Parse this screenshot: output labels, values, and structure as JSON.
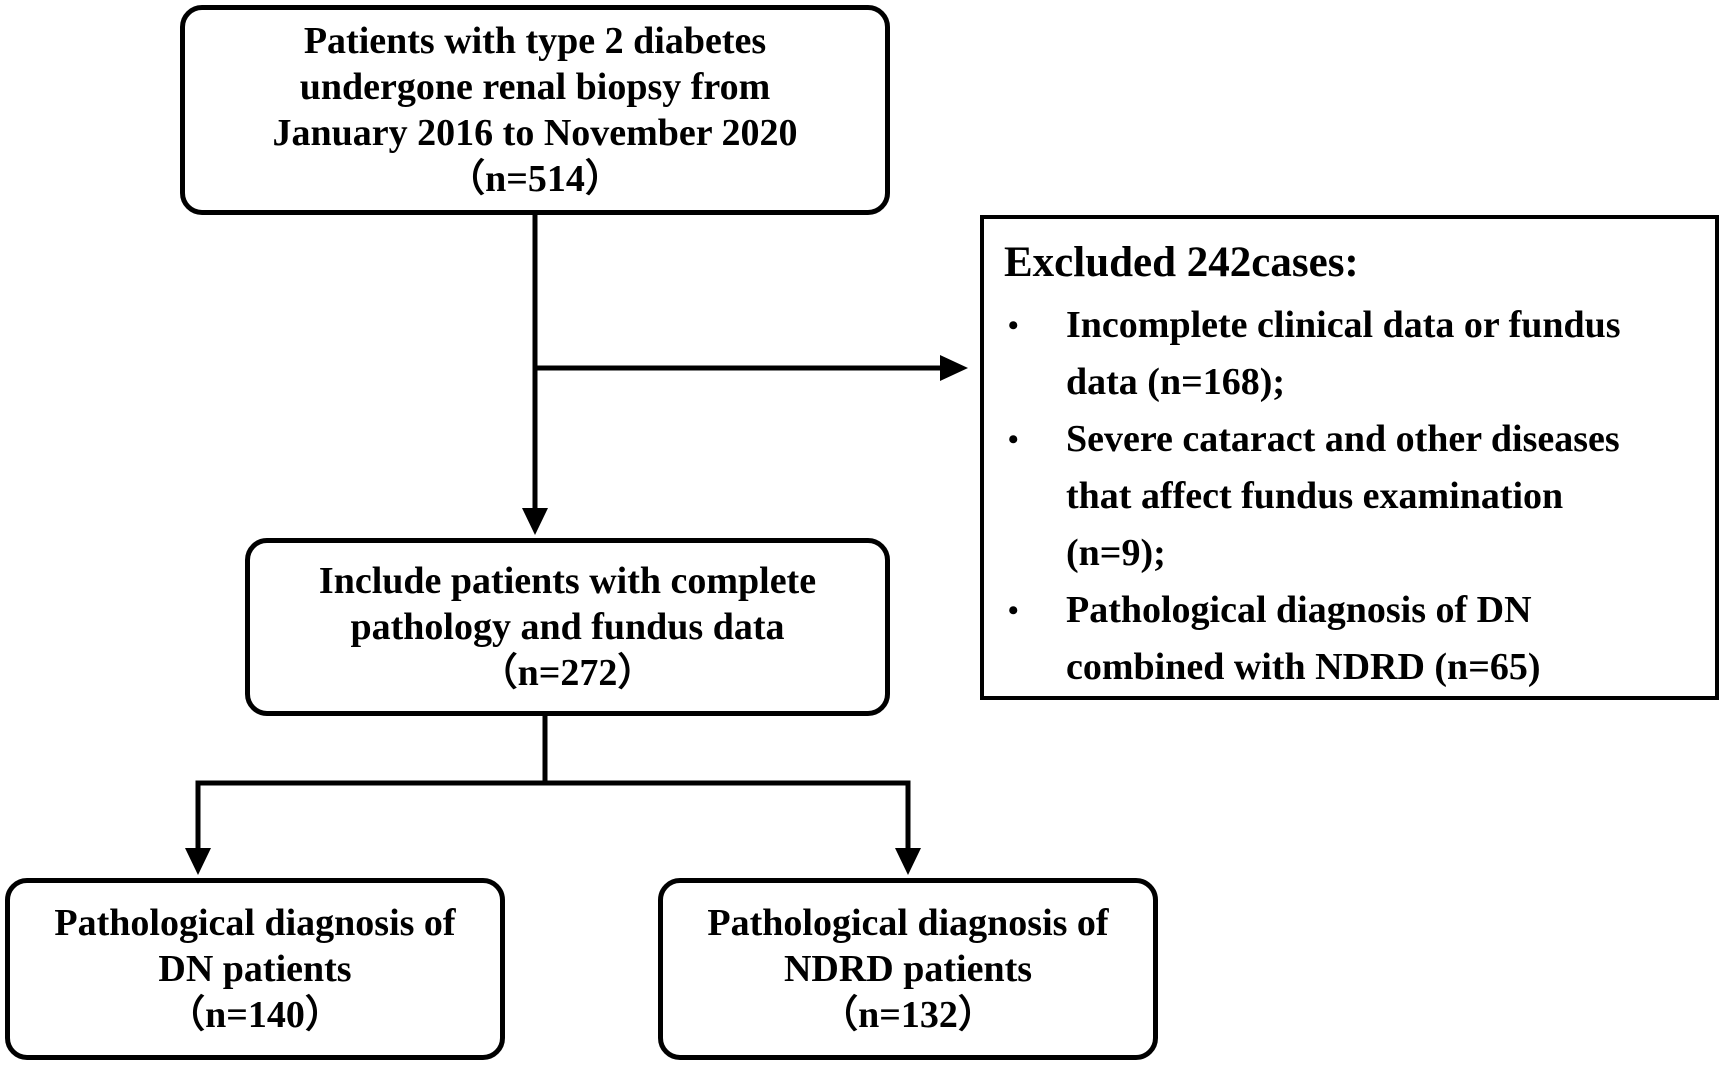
{
  "flow": {
    "start": {
      "lines": [
        "Patients with type 2 diabetes",
        "undergone renal biopsy from",
        "January 2016 to November 2020",
        "（n=514）"
      ]
    },
    "excluded": {
      "title": "Excluded 242cases:",
      "bullet": "•",
      "items": [
        {
          "lines": [
            "Incomplete clinical data or fundus",
            "data (n=168);"
          ]
        },
        {
          "lines": [
            "Severe cataract and other diseases",
            "that affect fundus examination",
            "(n=9);"
          ]
        },
        {
          "lines": [
            "Pathological diagnosis of DN",
            "combined with NDRD (n=65)"
          ]
        }
      ]
    },
    "included": {
      "lines": [
        "Include patients with complete",
        "pathology and fundus data",
        "（n=272）"
      ]
    },
    "dn_group": {
      "lines": [
        "Pathological diagnosis of",
        "DN patients",
        "（n=140）"
      ]
    },
    "ndrd_group": {
      "lines": [
        "Pathological diagnosis of",
        "NDRD patients",
        "（n=132）"
      ]
    }
  }
}
